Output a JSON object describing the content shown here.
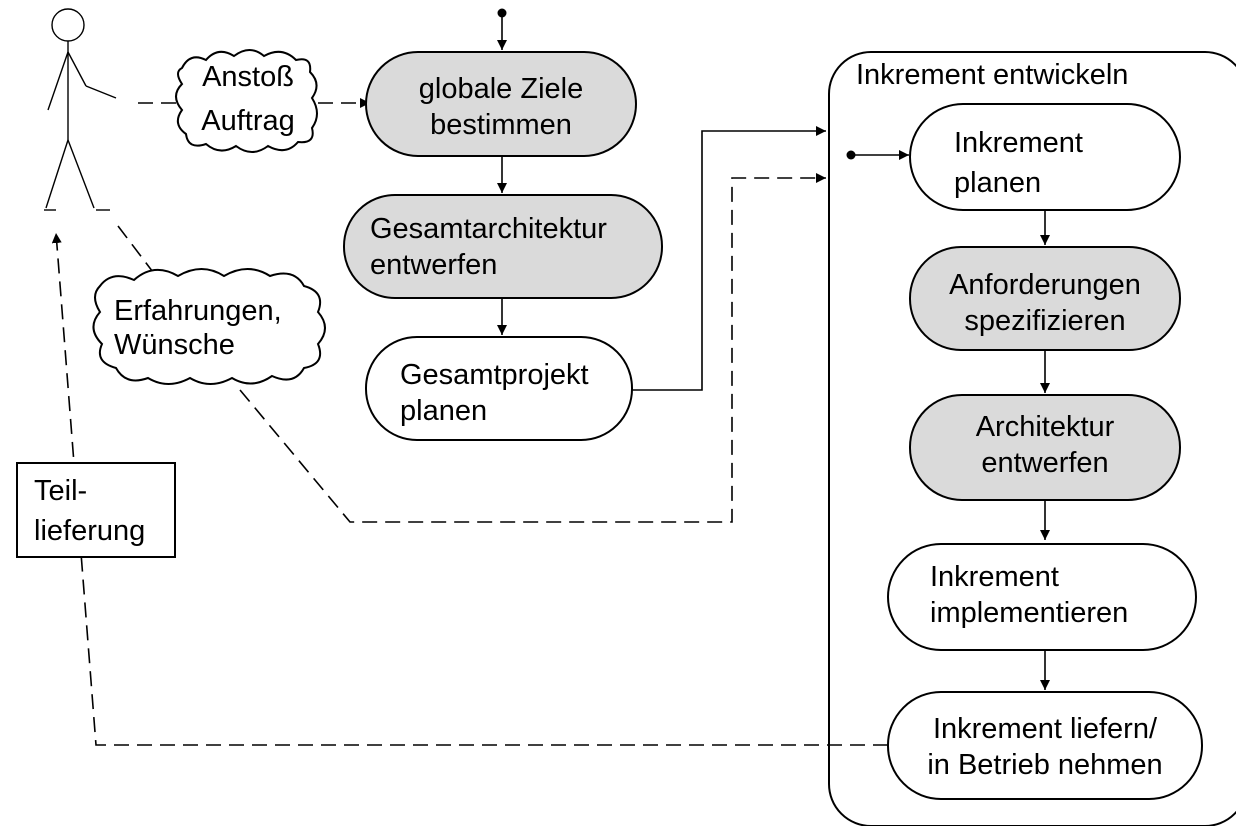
{
  "colors": {
    "activity_gray": "#dadada",
    "activity_white": "#ffffff",
    "line": "#000000"
  },
  "actor": {
    "icon": "stick-figure-icon"
  },
  "notes": {
    "anstoss": [
      "Anstoß",
      "Auftrag"
    ],
    "erfahrungen": [
      "Erfahrungen,",
      "Wünsche"
    ],
    "teillieferung": [
      "Teil-",
      "lieferung"
    ]
  },
  "activities": {
    "ziele": [
      "globale Ziele",
      "bestimmen"
    ],
    "gesamtarchitektur": [
      "Gesamtarchitektur",
      "entwerfen"
    ],
    "gesamtprojekt": [
      "Gesamtprojekt",
      "planen"
    ],
    "inkrement_planen": [
      "Inkrement",
      "planen"
    ],
    "anforderungen": [
      "Anforderungen",
      "spezifizieren"
    ],
    "architektur": [
      "Architektur",
      "entwerfen"
    ],
    "implementieren": [
      "Inkrement",
      "implementieren"
    ],
    "liefern": [
      "Inkrement liefern/",
      "in Betrieb nehmen"
    ]
  },
  "container": {
    "title": "Inkrement entwickeln"
  }
}
